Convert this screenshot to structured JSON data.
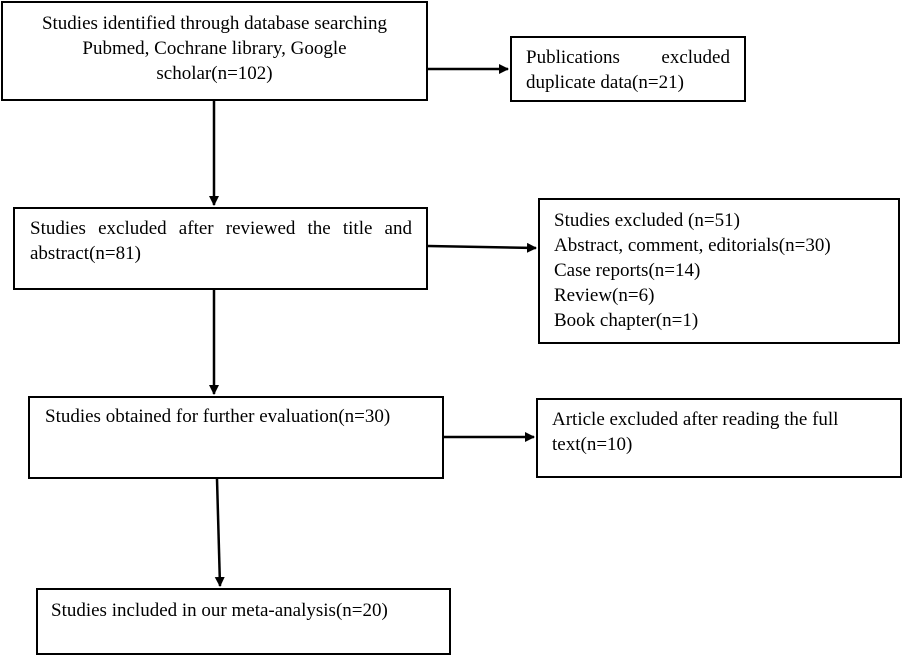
{
  "boxes": {
    "identified": {
      "lines": [
        "Studies identified through database searching",
        "Pubmed, Cochrane library, Google",
        "scholar(n=102)"
      ]
    },
    "duplicates": {
      "lines": [
        "Publications excluded",
        "duplicate data(n=21)"
      ]
    },
    "title_abstract": {
      "lines": [
        "Studies excluded after reviewed the title and",
        "abstract(n=81)"
      ]
    },
    "excluded_51": {
      "lines": [
        "Studies excluded (n=51)",
        "Abstract, comment, editorials(n=30)",
        "Case reports(n=14)",
        "Review(n=6)",
        "Book chapter(n=1)"
      ]
    },
    "further_eval": {
      "lines": [
        "Studies obtained for further evaluation(n=30)"
      ]
    },
    "full_text_excluded": {
      "lines": [
        "Article excluded after reading the full",
        "text(n=10)"
      ]
    },
    "included": {
      "lines": [
        "Studies included in our meta-analysis(n=20)"
      ]
    }
  }
}
